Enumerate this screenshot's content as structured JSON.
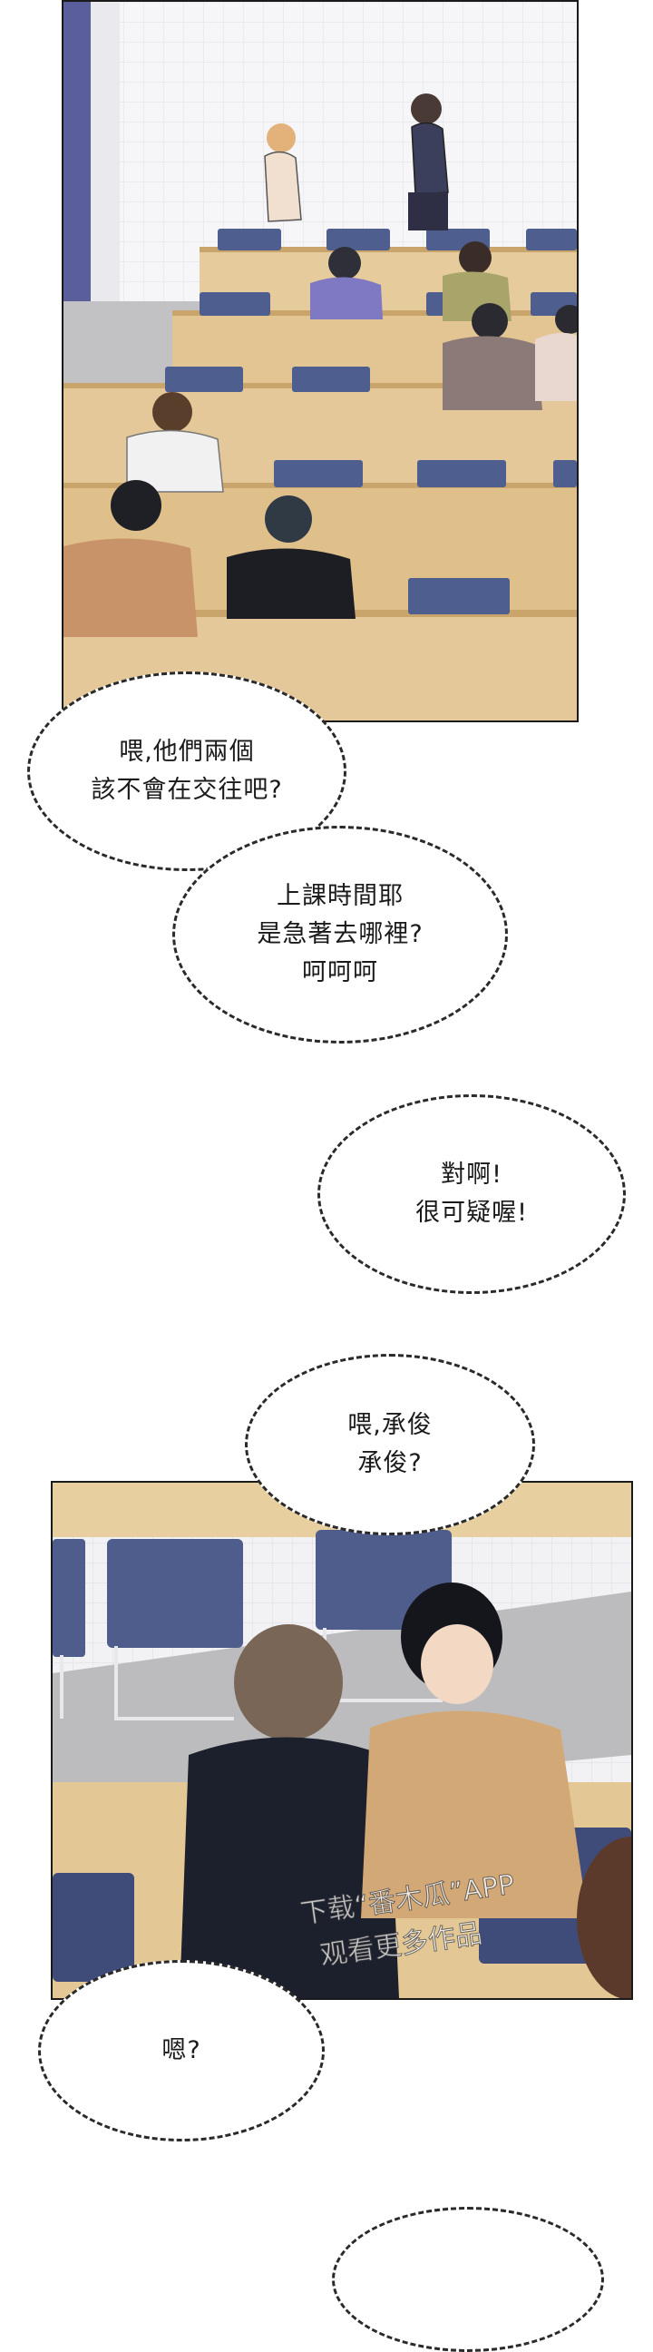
{
  "bubbles": {
    "b1": "喂,他們兩個\n該不會在交往吧?",
    "b2": "上課時間耶\n是急著去哪裡?\n呵呵呵",
    "b3": "對啊!\n很可疑喔!",
    "b4": "喂,承俊\n承俊?",
    "b5": "嗯?"
  },
  "watermark": {
    "line1": "下载“番木瓜”APP",
    "line2": "观看更多作品"
  },
  "colors": {
    "wall": "#f4f4f6",
    "grid": "#dcdce4",
    "desk": "#e4c899",
    "desk_edge": "#c9a46b",
    "chair": "#4a5a8a",
    "floor": "#b9b9b9"
  }
}
